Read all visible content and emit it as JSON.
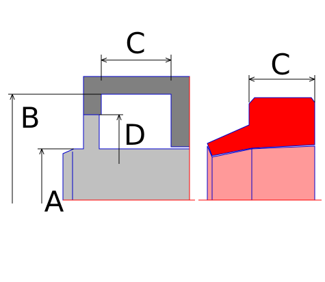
{
  "labels": {
    "a": "A",
    "b": "B",
    "c_left": "C",
    "d": "D",
    "c_right": "C"
  },
  "colors": {
    "outline": "#0000cc",
    "base_line": "#ff0000",
    "housing_left": "#c0c0c0",
    "seal_left": "#808080",
    "housing_right": "#ff9999",
    "seal_right": "#ff0000",
    "dimension_line": "#000000"
  }
}
